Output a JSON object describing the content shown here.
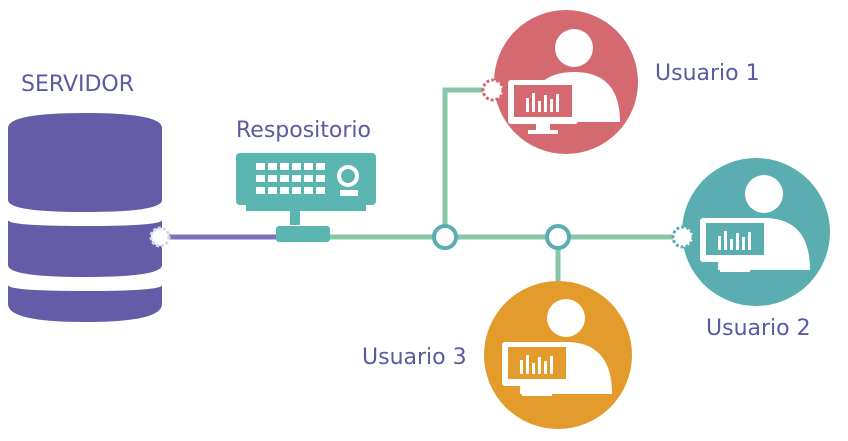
{
  "labels": {
    "server": "SERVIDOR",
    "repository": "Respositorio",
    "user1": "Usuario 1",
    "user2": "Usuario 2",
    "user3": "Usuario 3"
  },
  "colors": {
    "server": "#645ca6",
    "repository": "#5bb5b0",
    "line_server": "#7b73b8",
    "line": "#86c7a8",
    "user1": "#d46a6f",
    "user2": "#5aaeb2",
    "user3": "#e39b2c",
    "label_text": "#5b5aa0"
  }
}
